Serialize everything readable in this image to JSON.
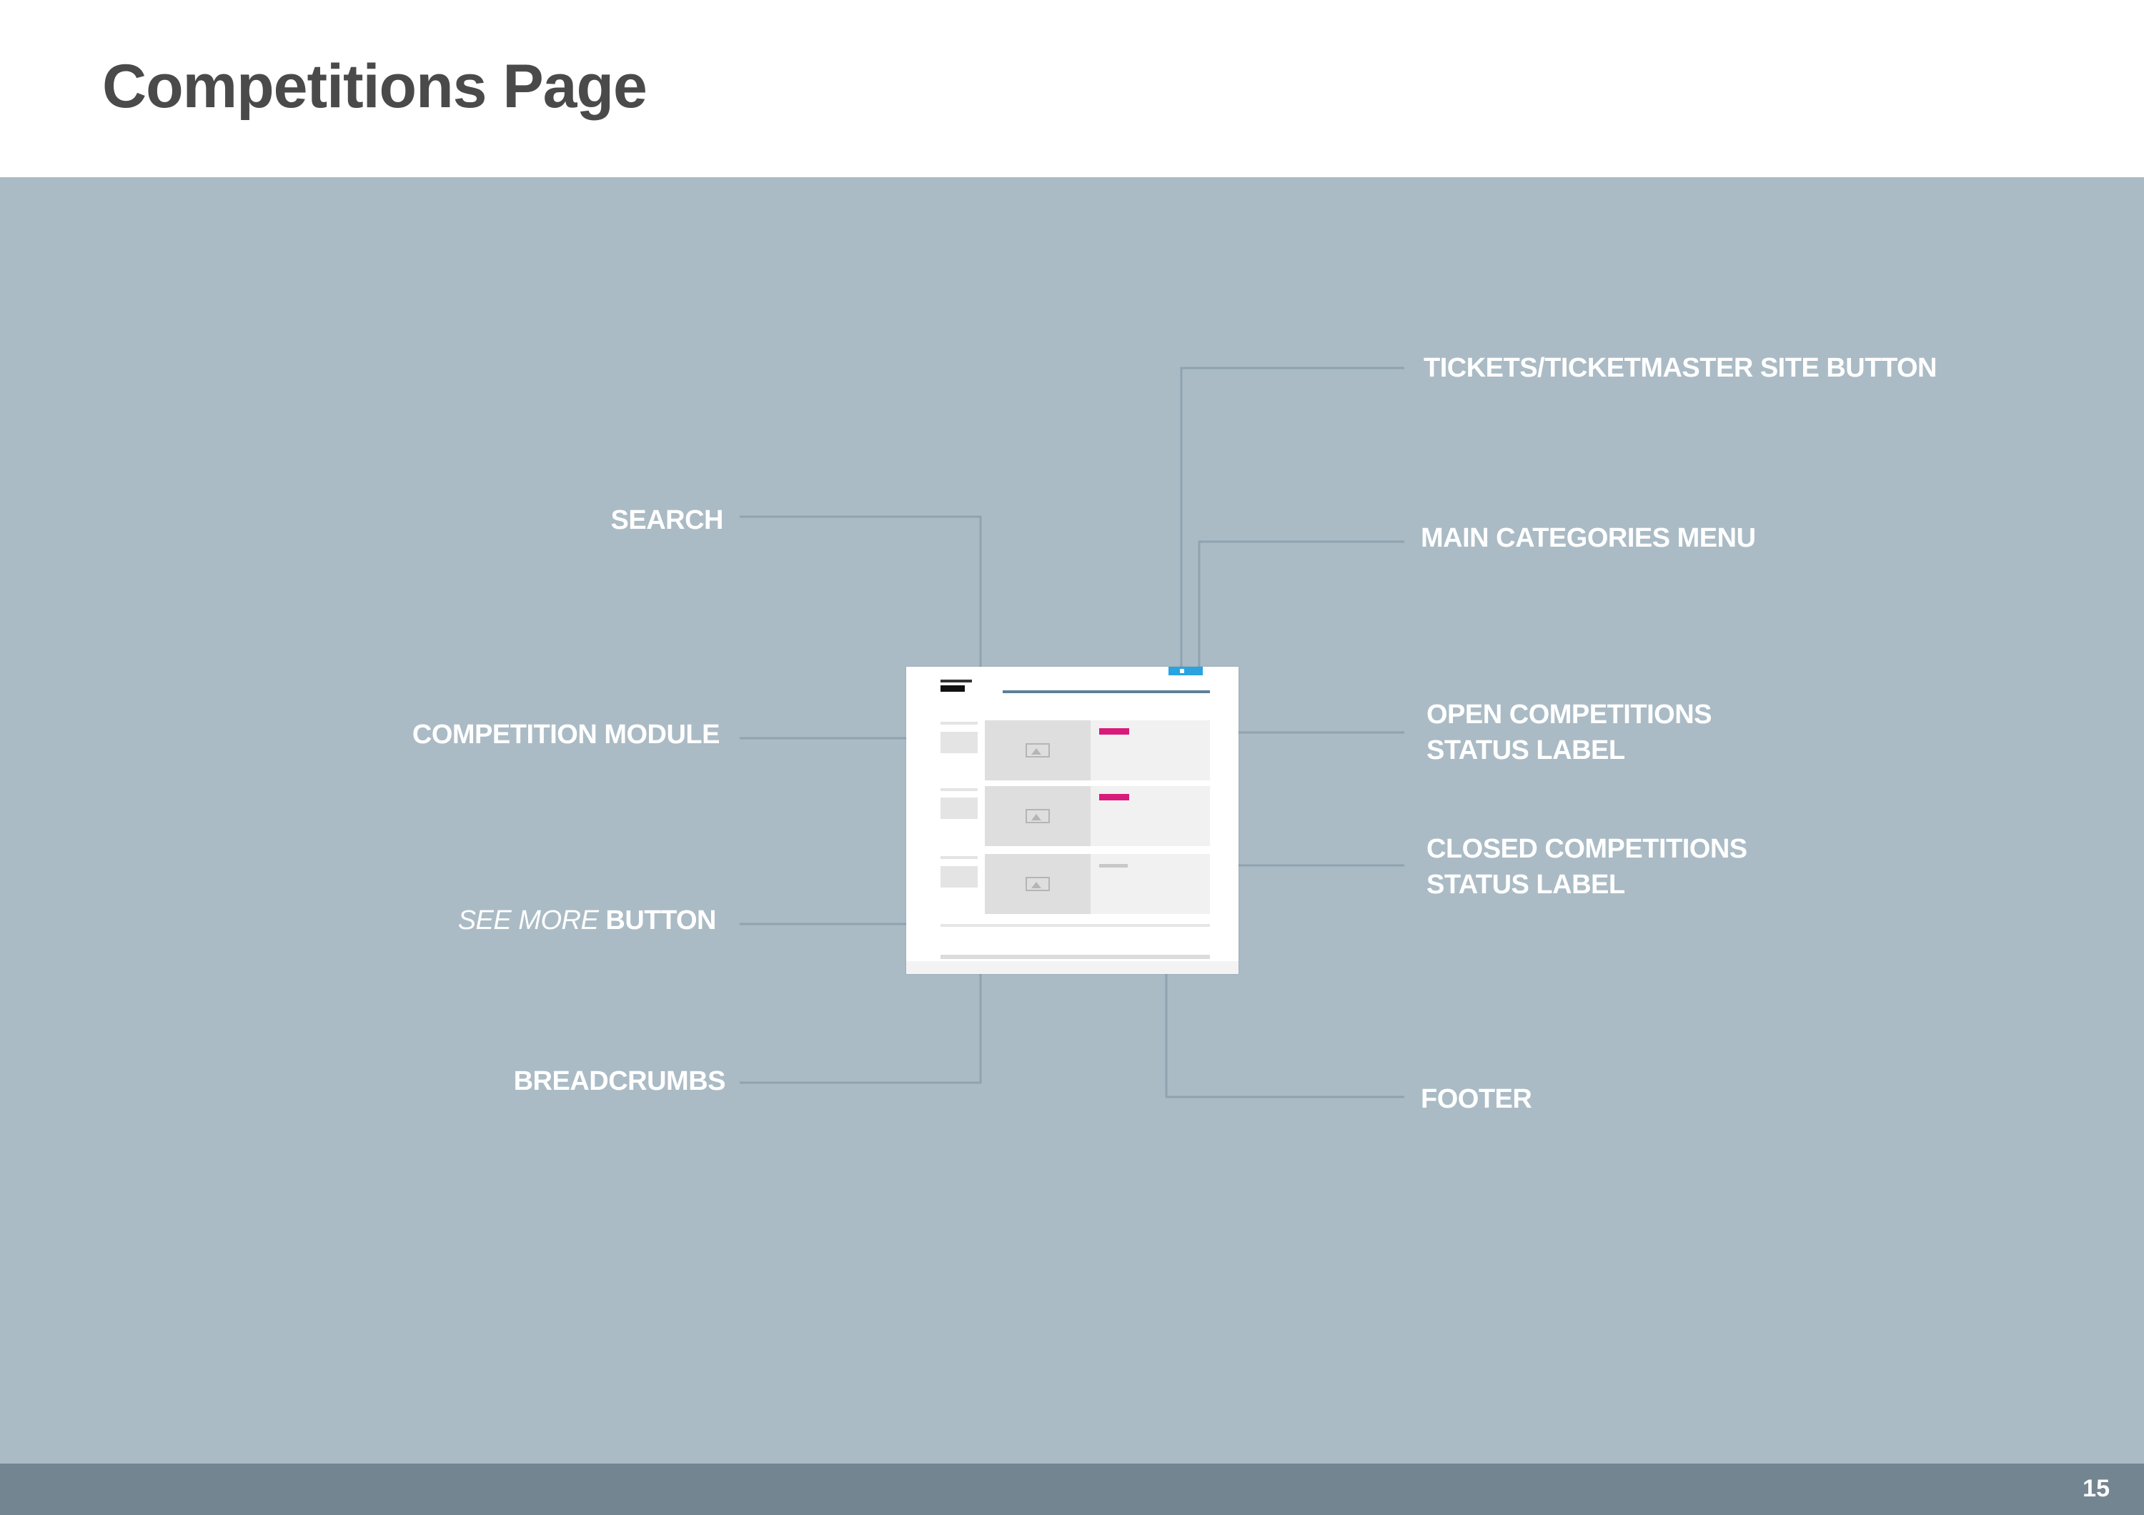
{
  "header": {
    "title": "Competitions Page"
  },
  "footer": {
    "page_number": "15"
  },
  "annotations": {
    "search": "SEARCH",
    "competition_module": "COMPETITION MODULE",
    "see_more_italic": "SEE MORE",
    "see_more_rest": " BUTTON",
    "breadcrumbs": "BREADCRUMBS",
    "tickets_button": "TICKETS/TICKETMASTER SITE BUTTON",
    "main_categories": "MAIN CATEGORIES MENU",
    "open_status_line1": "OPEN COMPETITIONS",
    "open_status_line2": "STATUS LABEL",
    "closed_status_line1": "CLOSED COMPETITIONS",
    "closed_status_line2": "STATUS LABEL",
    "footer": "FOOTER"
  },
  "colors": {
    "background": "#aabbc5",
    "footer_bar": "#748592",
    "open_label": "#d81b7a",
    "ticket_button": "#2aa3e0",
    "connector": "#8fa3b0"
  }
}
